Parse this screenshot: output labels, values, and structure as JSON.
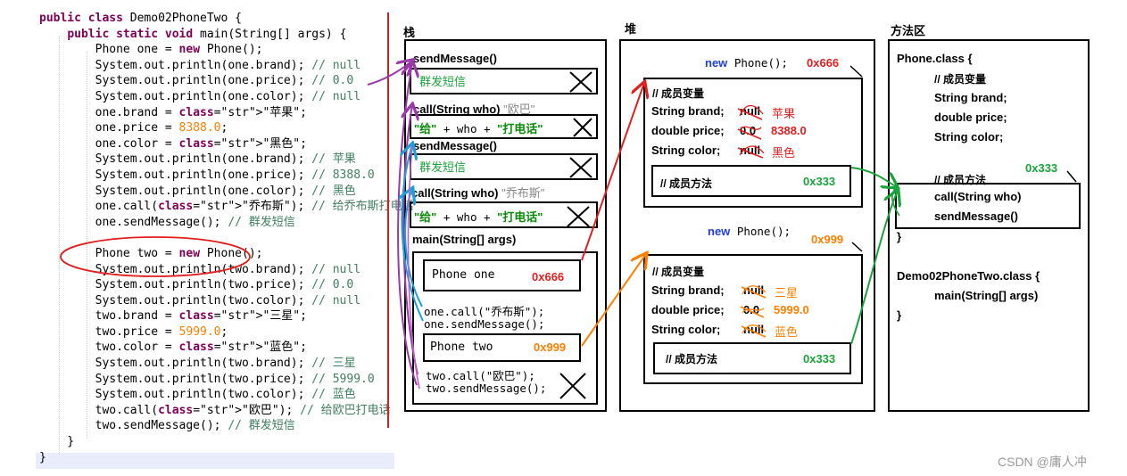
{
  "code": {
    "lines": [
      "public class Demo02PhoneTwo {",
      "    public static void main(String[] args) {",
      "        Phone one = new Phone();",
      "        System.out.println(one.brand); // null",
      "        System.out.println(one.price); // 0.0",
      "        System.out.println(one.color); // null",
      "        one.brand = \"苹果\";",
      "        one.price = 8388.0;",
      "        one.color = \"黑色\";",
      "        System.out.println(one.brand); // 苹果",
      "        System.out.println(one.price); // 8388.0",
      "        System.out.println(one.color); // 黑色",
      "        one.call(\"乔布斯\"); // 给乔布斯打电话",
      "        one.sendMessage(); // 群发短信",
      "",
      "        Phone two = new Phone();",
      "        System.out.println(two.brand); // null",
      "        System.out.println(two.price); // 0.0",
      "        System.out.println(two.color); // null",
      "        two.brand = \"三星\";",
      "        two.price = 5999.0;",
      "        two.color = \"蓝色\";",
      "        System.out.println(two.brand); // 三星",
      "        System.out.println(two.price); // 5999.0",
      "        System.out.println(two.color); // 蓝色",
      "        two.call(\"欧巴\"); // 给欧巴打电话",
      "        two.sendMessage(); // 群发短信",
      "    }",
      "}"
    ]
  },
  "stack": {
    "title": "栈",
    "frames": [
      {
        "sig": "sendMessage()",
        "body": "群发短信"
      },
      {
        "sig": "call(String who)",
        "arg": "\"欧巴\"",
        "body_a": "\"给\"",
        "body_b": " + who + ",
        "body_c": "\"打电话\""
      },
      {
        "sig": "sendMessage()",
        "body": "群发短信"
      },
      {
        "sig": "call(String who)",
        "arg": "\"乔布斯\"",
        "body_a": "\"给\"",
        "body_b": " + who + ",
        "body_c": "\"打电话\""
      }
    ],
    "main": {
      "sig": "main(String[] args)",
      "one_var": "Phone one",
      "one_addr": "0x666",
      "one_call": "one.call(\"乔布斯\");",
      "one_send": "one.sendMessage();",
      "two_var": "Phone two",
      "two_addr": "0x999",
      "two_call": "two.call(\"欧巴\");",
      "two_send": "two.sendMessage();"
    }
  },
  "heap": {
    "title": "堆",
    "obj1": {
      "new_kw": "new",
      "new_rest": " Phone();",
      "addr": "0x666",
      "vars_title": "// 成员变量",
      "brand_label": "String brand;",
      "brand_old": "null",
      "brand_new": "苹果",
      "price_label": "double price;",
      "price_old": "0.0",
      "price_new": "8388.0",
      "color_label": "String color;",
      "color_old": "null",
      "color_new": "黑色",
      "methods_title": "// 成员方法",
      "methods_addr": "0x333"
    },
    "obj2": {
      "new_kw": "new",
      "new_rest": " Phone();",
      "addr": "0x999",
      "vars_title": "// 成员变量",
      "brand_label": "String brand;",
      "brand_old": "null",
      "brand_new": "三星",
      "price_label": "double price;",
      "price_old": "0.0",
      "price_new": "5999.0",
      "color_label": "String color;",
      "color_old": "null",
      "color_new": "蓝色",
      "methods_title": "// 成员方法",
      "methods_addr": "0x333"
    }
  },
  "method_area": {
    "title": "方法区",
    "phone_class": "Phone.class {",
    "vars_title": "// 成员变量",
    "brand": "String brand;",
    "price": "double price;",
    "color": "String color;",
    "methods_title": "// 成员方法",
    "methods_addr": "0x333",
    "m_call": "call(String who)",
    "m_send": "sendMessage()",
    "close1": "}",
    "demo_class": "Demo02PhoneTwo.class {",
    "demo_main": "main(String[] args)",
    "close2": "}"
  },
  "watermark": "CSDN @庸人冲",
  "colors": {
    "keyword": "#7f0055",
    "string": "#2a00ff",
    "comment": "#3f7f5f",
    "red_arrow": "#e02020",
    "orange_arrow": "#ff7f00",
    "green_arrow": "#1aa33a",
    "purple_arrow": "#9a3aa8",
    "blue_arrow": "#1ea0d8"
  }
}
